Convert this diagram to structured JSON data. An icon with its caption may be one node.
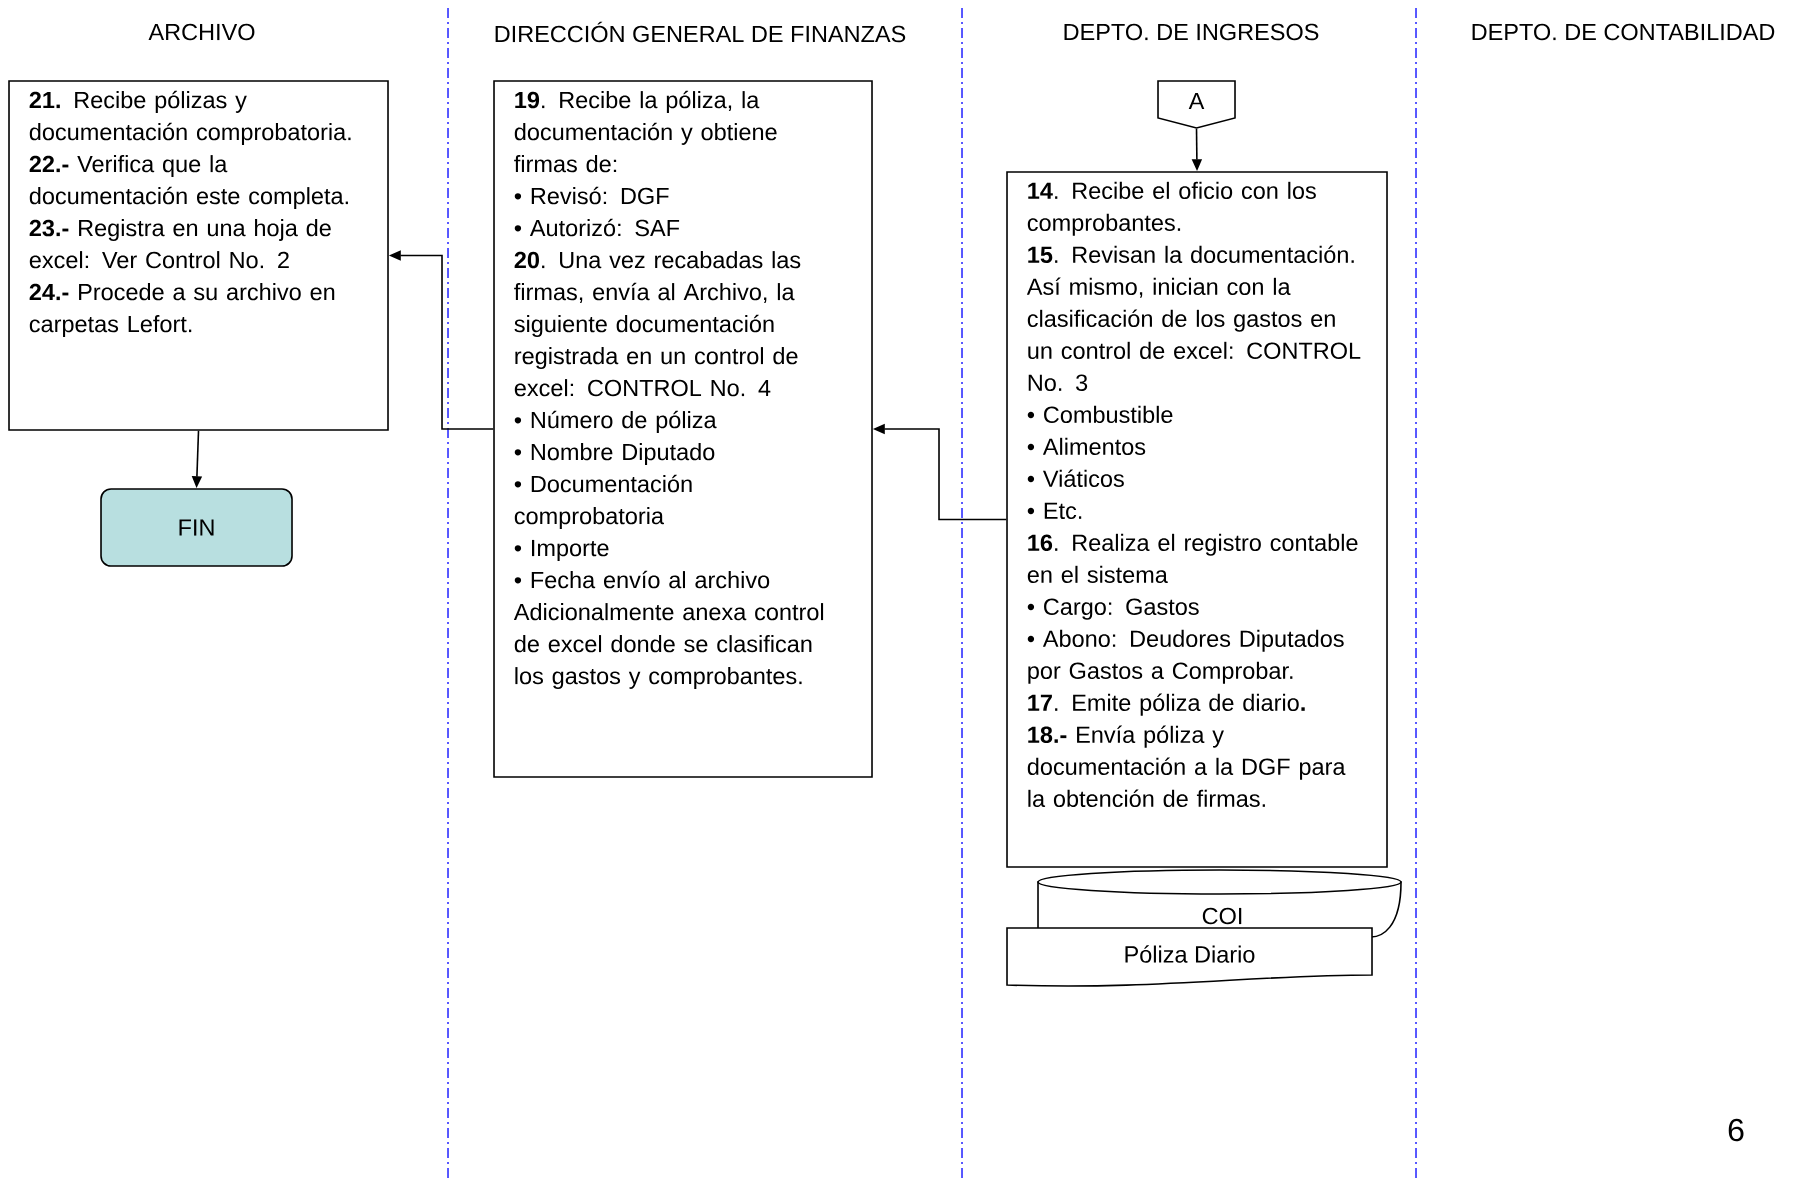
{
  "diagram": {
    "nodes": [
      {
        "text": [
          "**21.** Recibe pólizas y documentación comprobatoria.",
          "**22.-** Verifica que la documentación este completa.",
          "**23.-** Registra en una hoja de excel: Ver Control No. 2",
          "**24.-** Procede a su archivo en carpetas Lefort."
        ]
      },
      {
        "text": [
          "FIN"
        ]
      },
      {
        "text": [
          "**19**. Recibe la póliza, la documentación y obtiene firmas de:",
          "• Revisó: DGF",
          "• Autorizó: SAF",
          "**20**. Una vez recabadas las firmas, envía al Archivo, la siguiente documentación registrada en un control de excel: CONTROL No. 4",
          "• Número de póliza",
          "• Nombre Diputado",
          "• Documentación comprobatoria",
          "• Importe",
          "• Fecha envío al archivo",
          "Adicionalmente anexa control de excel donde se clasifican los gastos y comprobantes."
        ]
      },
      {
        "text": [
          "A"
        ]
      },
      {
        "text": [
          "**14**. Recibe el oficio con los comprobantes.",
          "**15**. Revisan la documentación. Así mismo, inician con la clasificación de los gastos en un control de excel: CONTROL No. 3",
          "• Combustible",
          "• Alimentos",
          "• Viáticos",
          "• Etc.",
          "**16**. Realiza el registro contable en el sistema",
          "• Cargo: Gastos",
          "• Abono: Deudores Diputados por Gastos a Comprobar.",
          "**17**. Emite póliza de diario**.**",
          "**18.-** Envía póliza y documentación a la DGF para la obtención de firmas."
        ]
      },
      {
        "text": [
          "COI"
        ]
      },
      {
        "text": [
          "Póliza Diario"
        ]
      }
    ],
    "edges": [
      {
        "from": 3,
        "to": 4,
        "arrow": "to"
      },
      {
        "from": 4,
        "to": 2,
        "arrow": "to"
      },
      {
        "from": 2,
        "to": 0,
        "arrow": "to"
      },
      {
        "from": 0,
        "to": 1,
        "arrow": "to"
      }
    ],
    "labels": [
      "ARCHIVO",
      "DIRECCIÓN GENERAL DE FINANZAS",
      "DEPTO. DE INGRESOS",
      "DEPTO. DE CONTABILIDAD",
      "6"
    ]
  }
}
